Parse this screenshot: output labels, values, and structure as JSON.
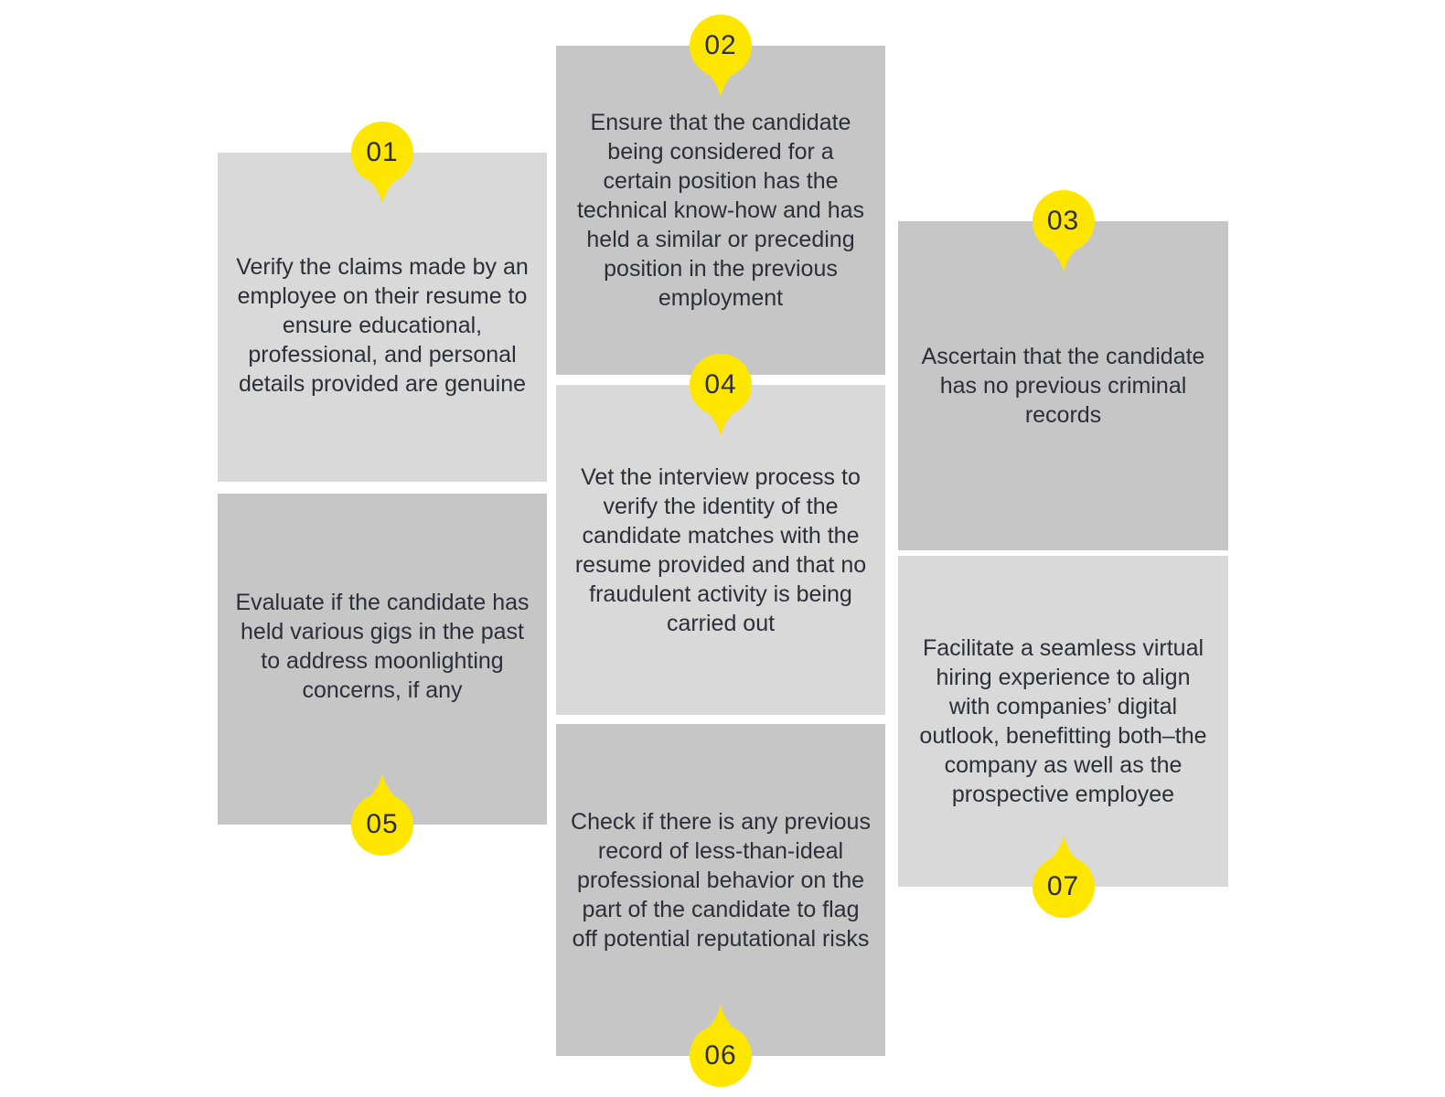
{
  "colors": {
    "accent_yellow": "#ffe600",
    "card_light": "#d9d9d9",
    "card_mid": "#c6c6c7",
    "text": "#2e2e38",
    "background": "#ffffff"
  },
  "cards": [
    {
      "number": "01",
      "badge_position": "top",
      "shade": "light",
      "text": "Verify the claims made by an employee on their resume to ensure educational, professional, and personal details provided are genuine"
    },
    {
      "number": "02",
      "badge_position": "top",
      "shade": "mid",
      "text": "Ensure that the candidate being considered for a certain position has the technical know-how and has held a similar or preceding position in the previous employment"
    },
    {
      "number": "03",
      "badge_position": "top",
      "shade": "mid",
      "text": "Ascertain that the candidate has no previous criminal records"
    },
    {
      "number": "04",
      "badge_position": "top",
      "shade": "light",
      "text": "Vet the interview process to verify the identity of the candidate matches with the resume provided and that no fraudulent activity is being carried out"
    },
    {
      "number": "05",
      "badge_position": "bottom",
      "shade": "mid",
      "text": "Evaluate if the candidate has held various gigs in the past to address moonlighting concerns, if any"
    },
    {
      "number": "06",
      "badge_position": "bottom",
      "shade": "mid",
      "text": "Check if there is any previous record of less-than-ideal professional behavior on the part of the candidate to flag off potential reputational risks"
    },
    {
      "number": "07",
      "badge_position": "bottom",
      "shade": "light",
      "text": "Facilitate a seamless virtual hiring experience to align with companies’ digital outlook, benefitting both–the company as well as the prospective employee"
    }
  ]
}
